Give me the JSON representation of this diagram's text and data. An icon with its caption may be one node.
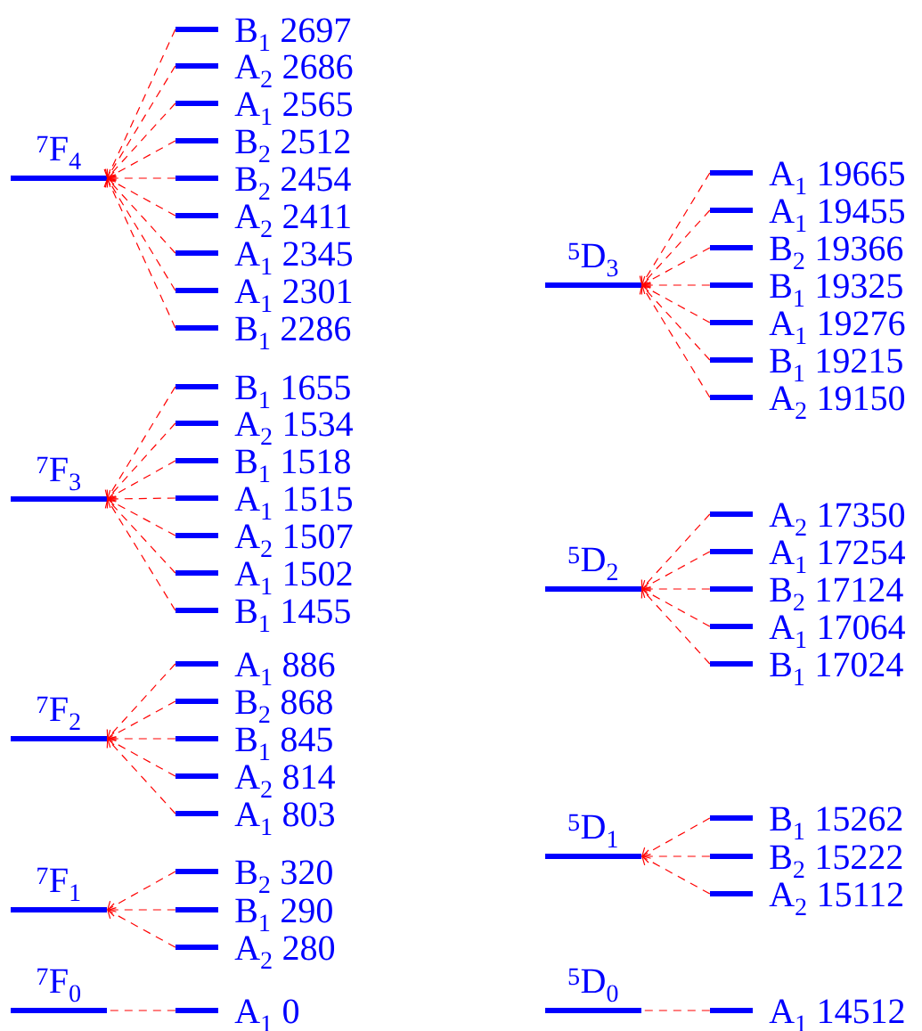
{
  "diagram": {
    "nodes": [
      {
        "text": [
          "$^{7}$F$_{4}$"
        ]
      },
      {
        "text": [
          "B$_{1}$ 2697"
        ]
      },
      {
        "text": [
          "A$_{2}$ 2686"
        ]
      },
      {
        "text": [
          "A$_{1}$ 2565"
        ]
      },
      {
        "text": [
          "B$_{2}$ 2512"
        ]
      },
      {
        "text": [
          "B$_{2}$ 2454"
        ]
      },
      {
        "text": [
          "A$_{2}$ 2411"
        ]
      },
      {
        "text": [
          "A$_{1}$ 2345"
        ]
      },
      {
        "text": [
          "A$_{1}$ 2301"
        ]
      },
      {
        "text": [
          "B$_{1}$ 2286"
        ]
      },
      {
        "text": [
          "$^{7}$F$_{3}$"
        ]
      },
      {
        "text": [
          "B$_{1}$ 1655"
        ]
      },
      {
        "text": [
          "A$_{2}$ 1534"
        ]
      },
      {
        "text": [
          "B$_{1}$ 1518"
        ]
      },
      {
        "text": [
          "A$_{1}$ 1515"
        ]
      },
      {
        "text": [
          "A$_{2}$ 1507"
        ]
      },
      {
        "text": [
          "A$_{1}$ 1502"
        ]
      },
      {
        "text": [
          "B$_{1}$ 1455"
        ]
      },
      {
        "text": [
          "$^{7}$F$_{2}$"
        ]
      },
      {
        "text": [
          "A$_{1}$ 886"
        ]
      },
      {
        "text": [
          "B$_{2}$ 868"
        ]
      },
      {
        "text": [
          "B$_{1}$ 845"
        ]
      },
      {
        "text": [
          "A$_{2}$ 814"
        ]
      },
      {
        "text": [
          "A$_{1}$ 803"
        ]
      },
      {
        "text": [
          "$^{7}$F$_{1}$"
        ]
      },
      {
        "text": [
          "B$_{2}$ 320"
        ]
      },
      {
        "text": [
          "B$_{1}$ 290"
        ]
      },
      {
        "text": [
          "A$_{2}$ 280"
        ]
      },
      {
        "text": [
          "$^{7}$F$_{0}$"
        ]
      },
      {
        "text": [
          "A$_{1}$ 0"
        ]
      },
      {
        "text": [
          "$^{5}$D$_{3}$"
        ]
      },
      {
        "text": [
          "A$_{1}$ 19665"
        ]
      },
      {
        "text": [
          "A$_{1}$ 19455"
        ]
      },
      {
        "text": [
          "B$_{2}$ 19366"
        ]
      },
      {
        "text": [
          "B$_{1}$ 19325"
        ]
      },
      {
        "text": [
          "A$_{1}$ 19276"
        ]
      },
      {
        "text": [
          "B$_{1}$ 19215"
        ]
      },
      {
        "text": [
          "A$_{2}$ 19150"
        ]
      },
      {
        "text": [
          "$^{5}$D$_{2}$"
        ]
      },
      {
        "text": [
          "A$_{2}$ 17350"
        ]
      },
      {
        "text": [
          "A$_{1}$ 17254"
        ]
      },
      {
        "text": [
          "B$_{2}$ 17124"
        ]
      },
      {
        "text": [
          "A$_{1}$ 17064"
        ]
      },
      {
        "text": [
          "B$_{1}$ 17024"
        ]
      },
      {
        "text": [
          "$^{5}$D$_{1}$"
        ]
      },
      {
        "text": [
          "B$_{1}$ 15262"
        ]
      },
      {
        "text": [
          "B$_{2}$ 15222"
        ]
      },
      {
        "text": [
          "A$_{2}$ 15112"
        ]
      },
      {
        "text": [
          "$^{5}$D$_{0}$"
        ]
      },
      {
        "text": [
          "A$_{1}$ 14512"
        ]
      }
    ],
    "edges": [
      {
        "from": 1,
        "to": 0,
        "arrow": "to"
      },
      {
        "from": 2,
        "to": 0,
        "arrow": "to"
      },
      {
        "from": 3,
        "to": 0,
        "arrow": "to"
      },
      {
        "from": 4,
        "to": 0,
        "arrow": "to"
      },
      {
        "from": 5,
        "to": 0,
        "arrow": "to"
      },
      {
        "from": 6,
        "to": 0,
        "arrow": "to"
      },
      {
        "from": 7,
        "to": 0,
        "arrow": "to"
      },
      {
        "from": 8,
        "to": 0,
        "arrow": "to"
      },
      {
        "from": 9,
        "to": 0,
        "arrow": "to"
      },
      {
        "from": 11,
        "to": 10,
        "arrow": "to"
      },
      {
        "from": 12,
        "to": 10,
        "arrow": "to"
      },
      {
        "from": 13,
        "to": 10,
        "arrow": "to"
      },
      {
        "from": 14,
        "to": 10,
        "arrow": "to"
      },
      {
        "from": 15,
        "to": 10,
        "arrow": "to"
      },
      {
        "from": 16,
        "to": 10,
        "arrow": "to"
      },
      {
        "from": 17,
        "to": 10,
        "arrow": "to"
      },
      {
        "from": 19,
        "to": 18,
        "arrow": "to"
      },
      {
        "from": 20,
        "to": 18,
        "arrow": "to"
      },
      {
        "from": 21,
        "to": 18,
        "arrow": "to"
      },
      {
        "from": 22,
        "to": 18,
        "arrow": "to"
      },
      {
        "from": 23,
        "to": 18,
        "arrow": "to"
      },
      {
        "from": 25,
        "to": 24,
        "arrow": "to"
      },
      {
        "from": 26,
        "to": 24,
        "arrow": "to"
      },
      {
        "from": 27,
        "to": 24,
        "arrow": "to"
      },
      {
        "from": 29,
        "to": 28,
        "arrow": "none"
      },
      {
        "from": 31,
        "to": 30,
        "arrow": "to"
      },
      {
        "from": 32,
        "to": 30,
        "arrow": "to"
      },
      {
        "from": 33,
        "to": 30,
        "arrow": "to"
      },
      {
        "from": 34,
        "to": 30,
        "arrow": "to"
      },
      {
        "from": 35,
        "to": 30,
        "arrow": "to"
      },
      {
        "from": 36,
        "to": 30,
        "arrow": "to"
      },
      {
        "from": 37,
        "to": 30,
        "arrow": "to"
      },
      {
        "from": 39,
        "to": 38,
        "arrow": "to"
      },
      {
        "from": 40,
        "to": 38,
        "arrow": "to"
      },
      {
        "from": 41,
        "to": 38,
        "arrow": "to"
      },
      {
        "from": 42,
        "to": 38,
        "arrow": "to"
      },
      {
        "from": 43,
        "to": 38,
        "arrow": "to"
      },
      {
        "from": 45,
        "to": 44,
        "arrow": "to"
      },
      {
        "from": 46,
        "to": 44,
        "arrow": "to"
      },
      {
        "from": 47,
        "to": 44,
        "arrow": "to"
      },
      {
        "from": 49,
        "to": 48,
        "arrow": "none"
      }
    ]
  }
}
